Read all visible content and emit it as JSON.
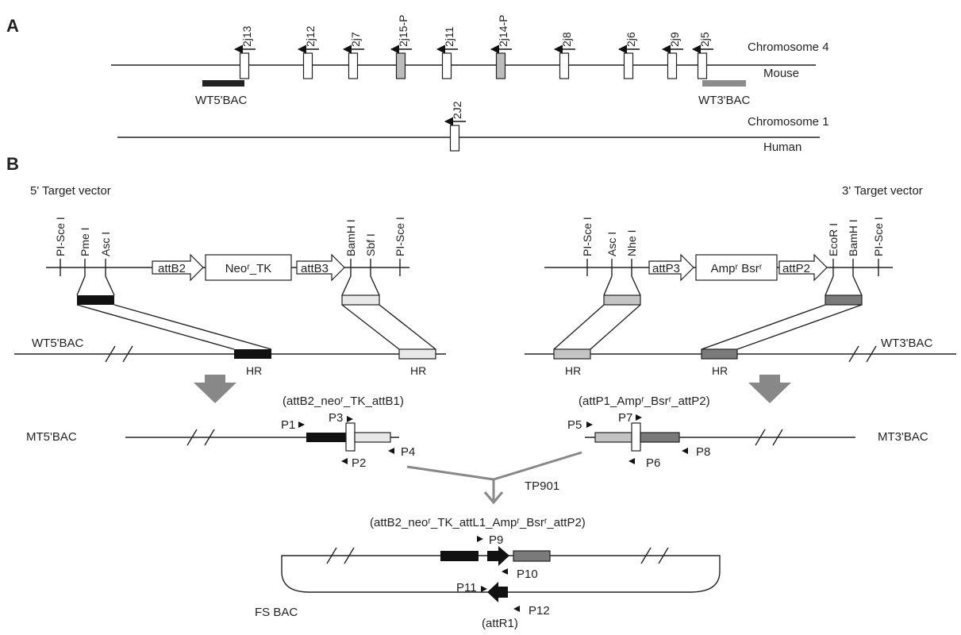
{
  "panel_a": {
    "label": "A",
    "mouse_genes": [
      {
        "name": "2j13",
        "pseudo": false
      },
      {
        "name": "2j12",
        "pseudo": false
      },
      {
        "name": "2j7",
        "pseudo": false
      },
      {
        "name": "2j15-P",
        "pseudo": true
      },
      {
        "name": "2j11",
        "pseudo": false
      },
      {
        "name": "2j14-P",
        "pseudo": true
      },
      {
        "name": "2j8",
        "pseudo": false
      },
      {
        "name": "2j6",
        "pseudo": false
      },
      {
        "name": "2j9",
        "pseudo": false
      },
      {
        "name": "2j5",
        "pseudo": false
      }
    ],
    "mouse_chromosome": "Chromosome 4",
    "mouse_species": "Mouse",
    "bac_left": "WT5'BAC",
    "bac_right": "WT3'BAC",
    "human_gene": "2J2",
    "human_chromosome": "Chromosome 1",
    "human_species": "Human"
  },
  "panel_b": {
    "label": "B",
    "left_vector": {
      "title": "5' Target vector",
      "sites_left": [
        "PI-Sce I",
        "Pme I",
        "Asc I"
      ],
      "sites_right": [
        "BamH I",
        "Sbf I",
        "PI-Sce I"
      ],
      "att_left": "attB2",
      "cassette": "Neoʳ_TK",
      "att_right": "attB3"
    },
    "right_vector": {
      "title": "3' Target vector",
      "sites_left": [
        "PI-Sce I",
        "Asc I",
        "Nhe I"
      ],
      "sites_right": [
        "EcoR I",
        "BamH I",
        "PI-Sce I"
      ],
      "att_left": "attP3",
      "cassette": "Ampʳ Bsrʳ",
      "att_right": "attP2"
    },
    "wt5_label": "WT5'BAC",
    "wt3_label": "WT3'BAC",
    "hr_label": "HR",
    "mt5": {
      "label": "MT5'BAC",
      "construct": "(attB2_neoʳ_TK_attB1)",
      "primers": [
        "P1",
        "P2",
        "P3",
        "P4"
      ]
    },
    "mt3": {
      "label": "MT3'BAC",
      "construct": "(attP1_Ampʳ_Bsrʳ_attP2)",
      "primers": [
        "P5",
        "P6",
        "P7",
        "P8"
      ]
    },
    "recombinase": "TP901",
    "fs": {
      "construct": "(attB2_neoʳ_TK_attL1_Ampʳ_Bsrʳ_attP2)",
      "primers": [
        "P9",
        "P10",
        "P11",
        "P12"
      ],
      "label": "FS BAC",
      "att_site": "(attR1)"
    }
  },
  "colors": {
    "black": "#111111",
    "light_gray": "#e8e8e8",
    "mid_gray": "#c4c4c4",
    "dark_gray": "#7a7a7a",
    "pseudo_gray": "#bcbcbc",
    "bac_gray": "#8c8c8c",
    "arrow_gray": "#888888"
  }
}
